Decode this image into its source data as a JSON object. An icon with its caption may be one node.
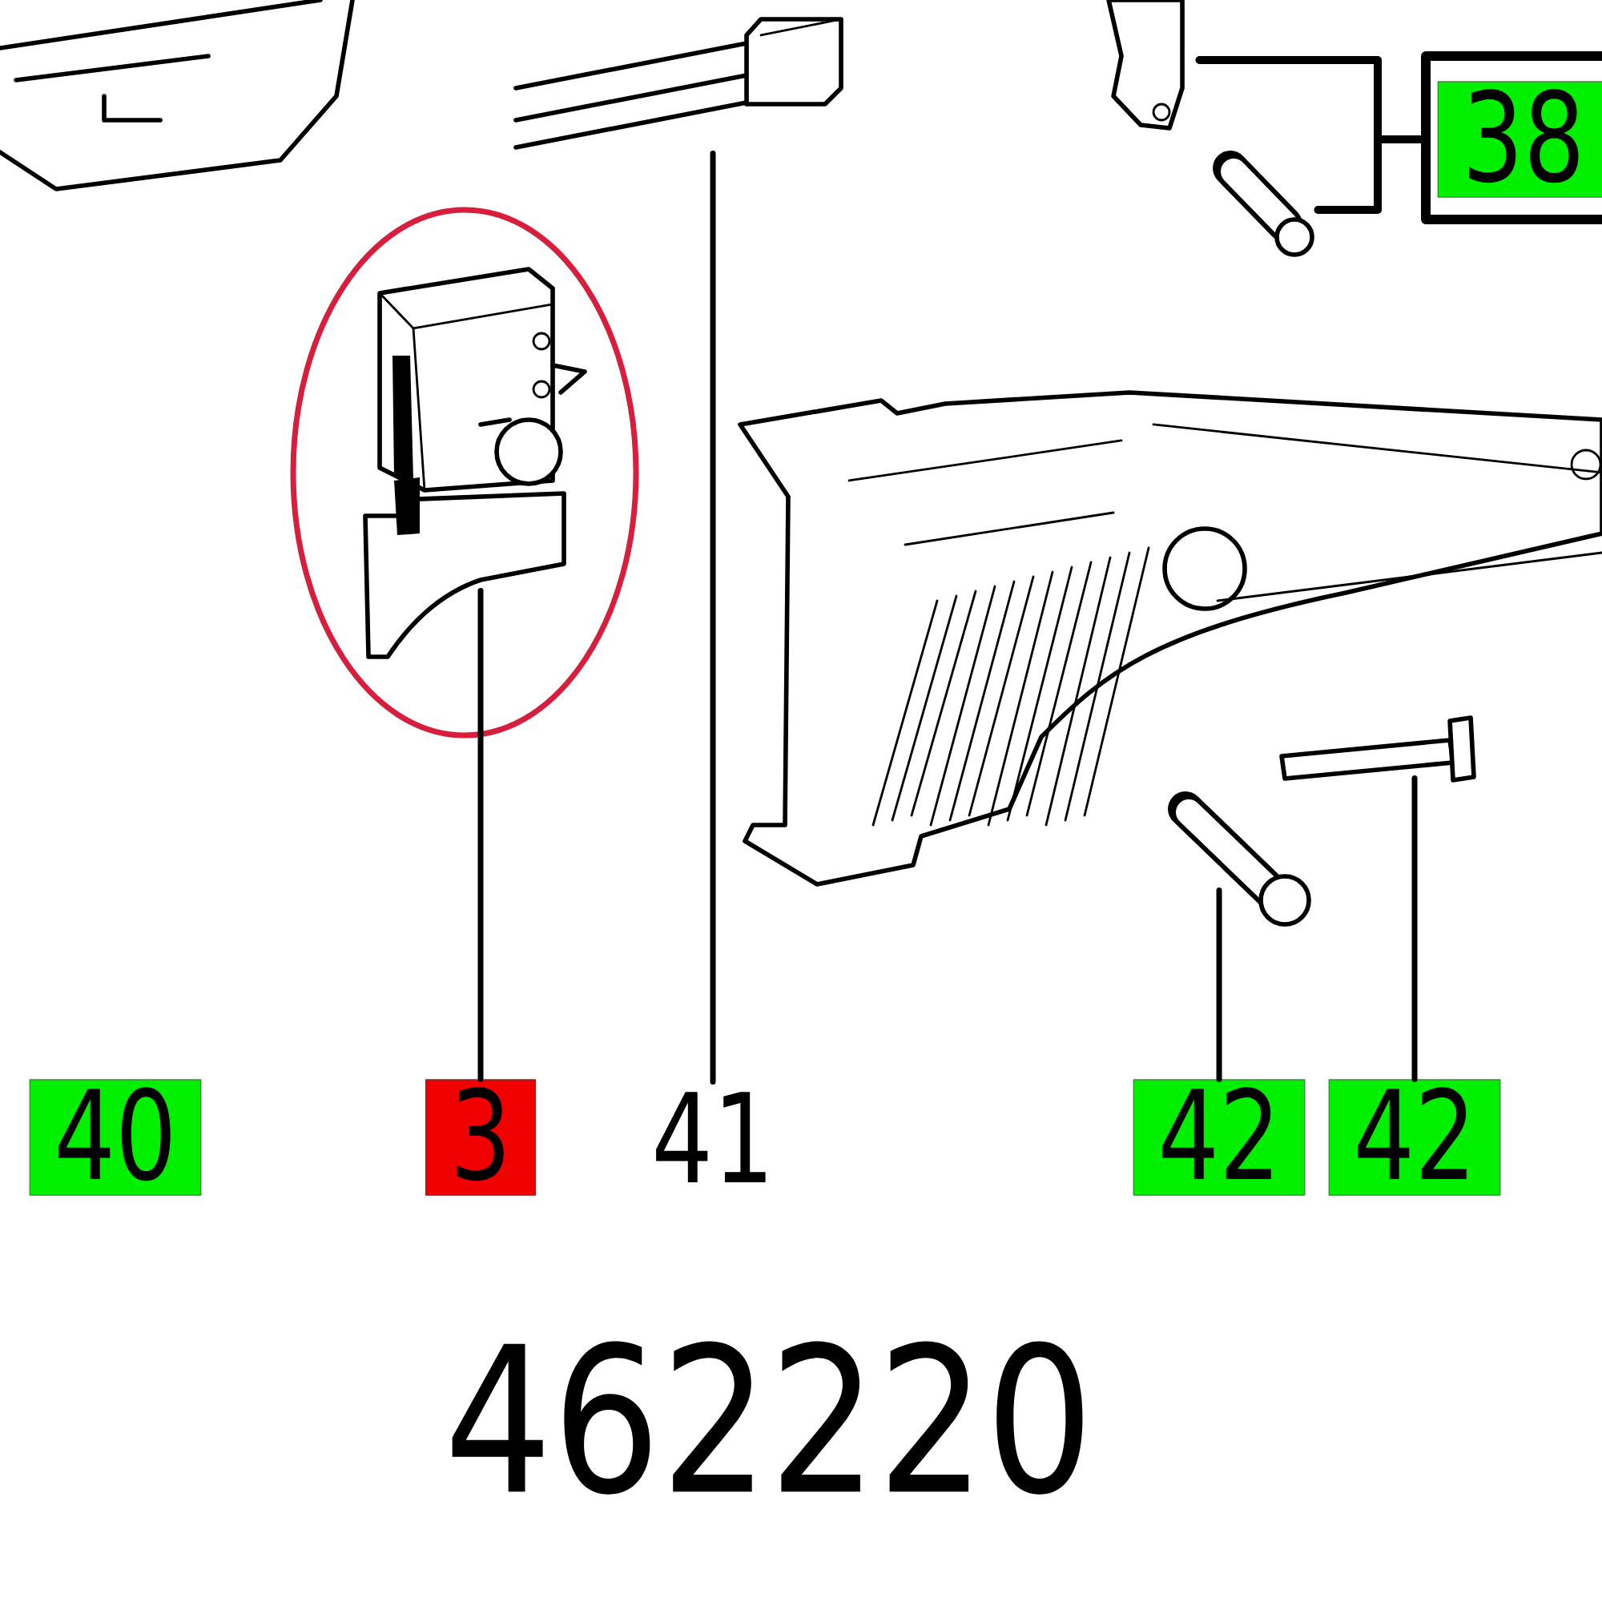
{
  "diagram": {
    "nodes": [
      {
        "text": [
          "38"
        ]
      },
      {
        "text": [
          "40"
        ]
      },
      {
        "text": [
          "3"
        ]
      },
      {
        "text": [
          "41"
        ]
      },
      {
        "text": [
          "42"
        ]
      },
      {
        "text": [
          "42"
        ]
      },
      {
        "text": [],
        "shape": "picture"
      },
      {
        "text": [],
        "shape": "picture"
      },
      {
        "text": [],
        "shape": "picture"
      },
      {
        "text": [],
        "shape": "picture"
      },
      {
        "text": [],
        "shape": "picture"
      },
      {
        "text": [],
        "shape": "picture"
      }
    ],
    "edges": [
      {
        "from": 0,
        "to": 8,
        "arrow": "none"
      },
      {
        "from": 0,
        "to": 9,
        "arrow": "none"
      },
      {
        "from": 2,
        "to": 6,
        "arrow": "none"
      },
      {
        "from": 3,
        "to": 7,
        "arrow": "none"
      },
      {
        "from": 4,
        "to": 10,
        "arrow": "none"
      },
      {
        "from": 5,
        "to": 11,
        "arrow": "none"
      }
    ],
    "labels": [
      "462220"
    ]
  }
}
